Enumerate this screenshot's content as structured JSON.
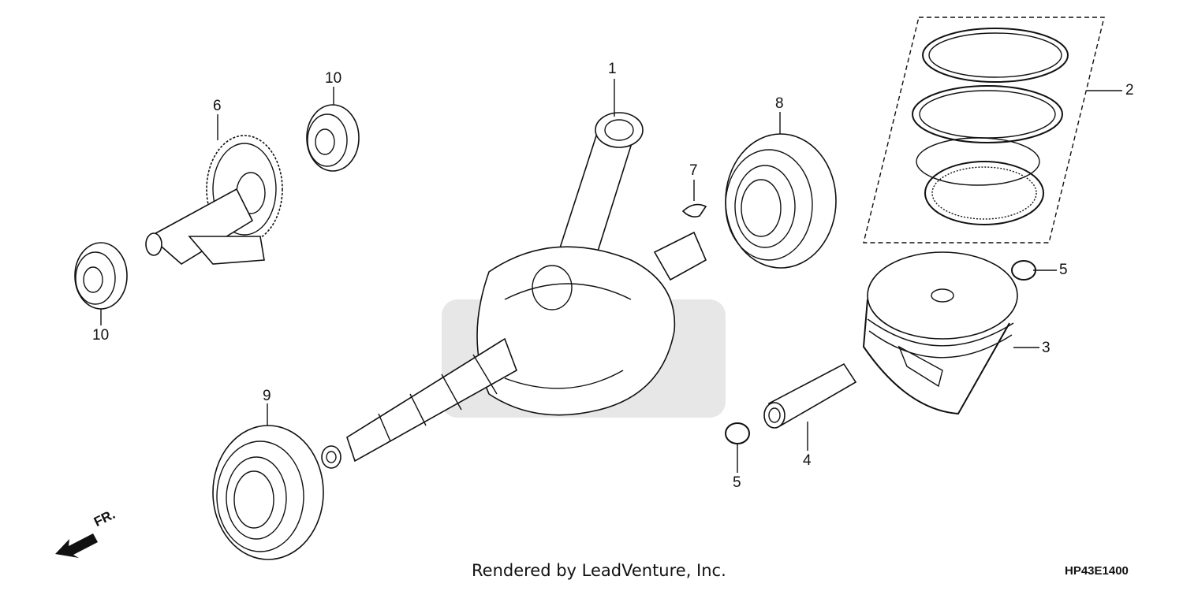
{
  "callouts": [
    {
      "id": "1",
      "text": "1"
    },
    {
      "id": "2",
      "text": "2"
    },
    {
      "id": "3",
      "text": "3"
    },
    {
      "id": "4",
      "text": "4"
    },
    {
      "id": "5a",
      "text": "5"
    },
    {
      "id": "5b",
      "text": "5"
    },
    {
      "id": "6",
      "text": "6"
    },
    {
      "id": "7",
      "text": "7"
    },
    {
      "id": "8",
      "text": "8"
    },
    {
      "id": "9",
      "text": "9"
    },
    {
      "id": "10a",
      "text": "10"
    },
    {
      "id": "10b",
      "text": "10"
    }
  ],
  "direction_label": "FR.",
  "footer": {
    "credit": "Rendered by LeadVenture, Inc.",
    "code": "HP43E1400"
  }
}
